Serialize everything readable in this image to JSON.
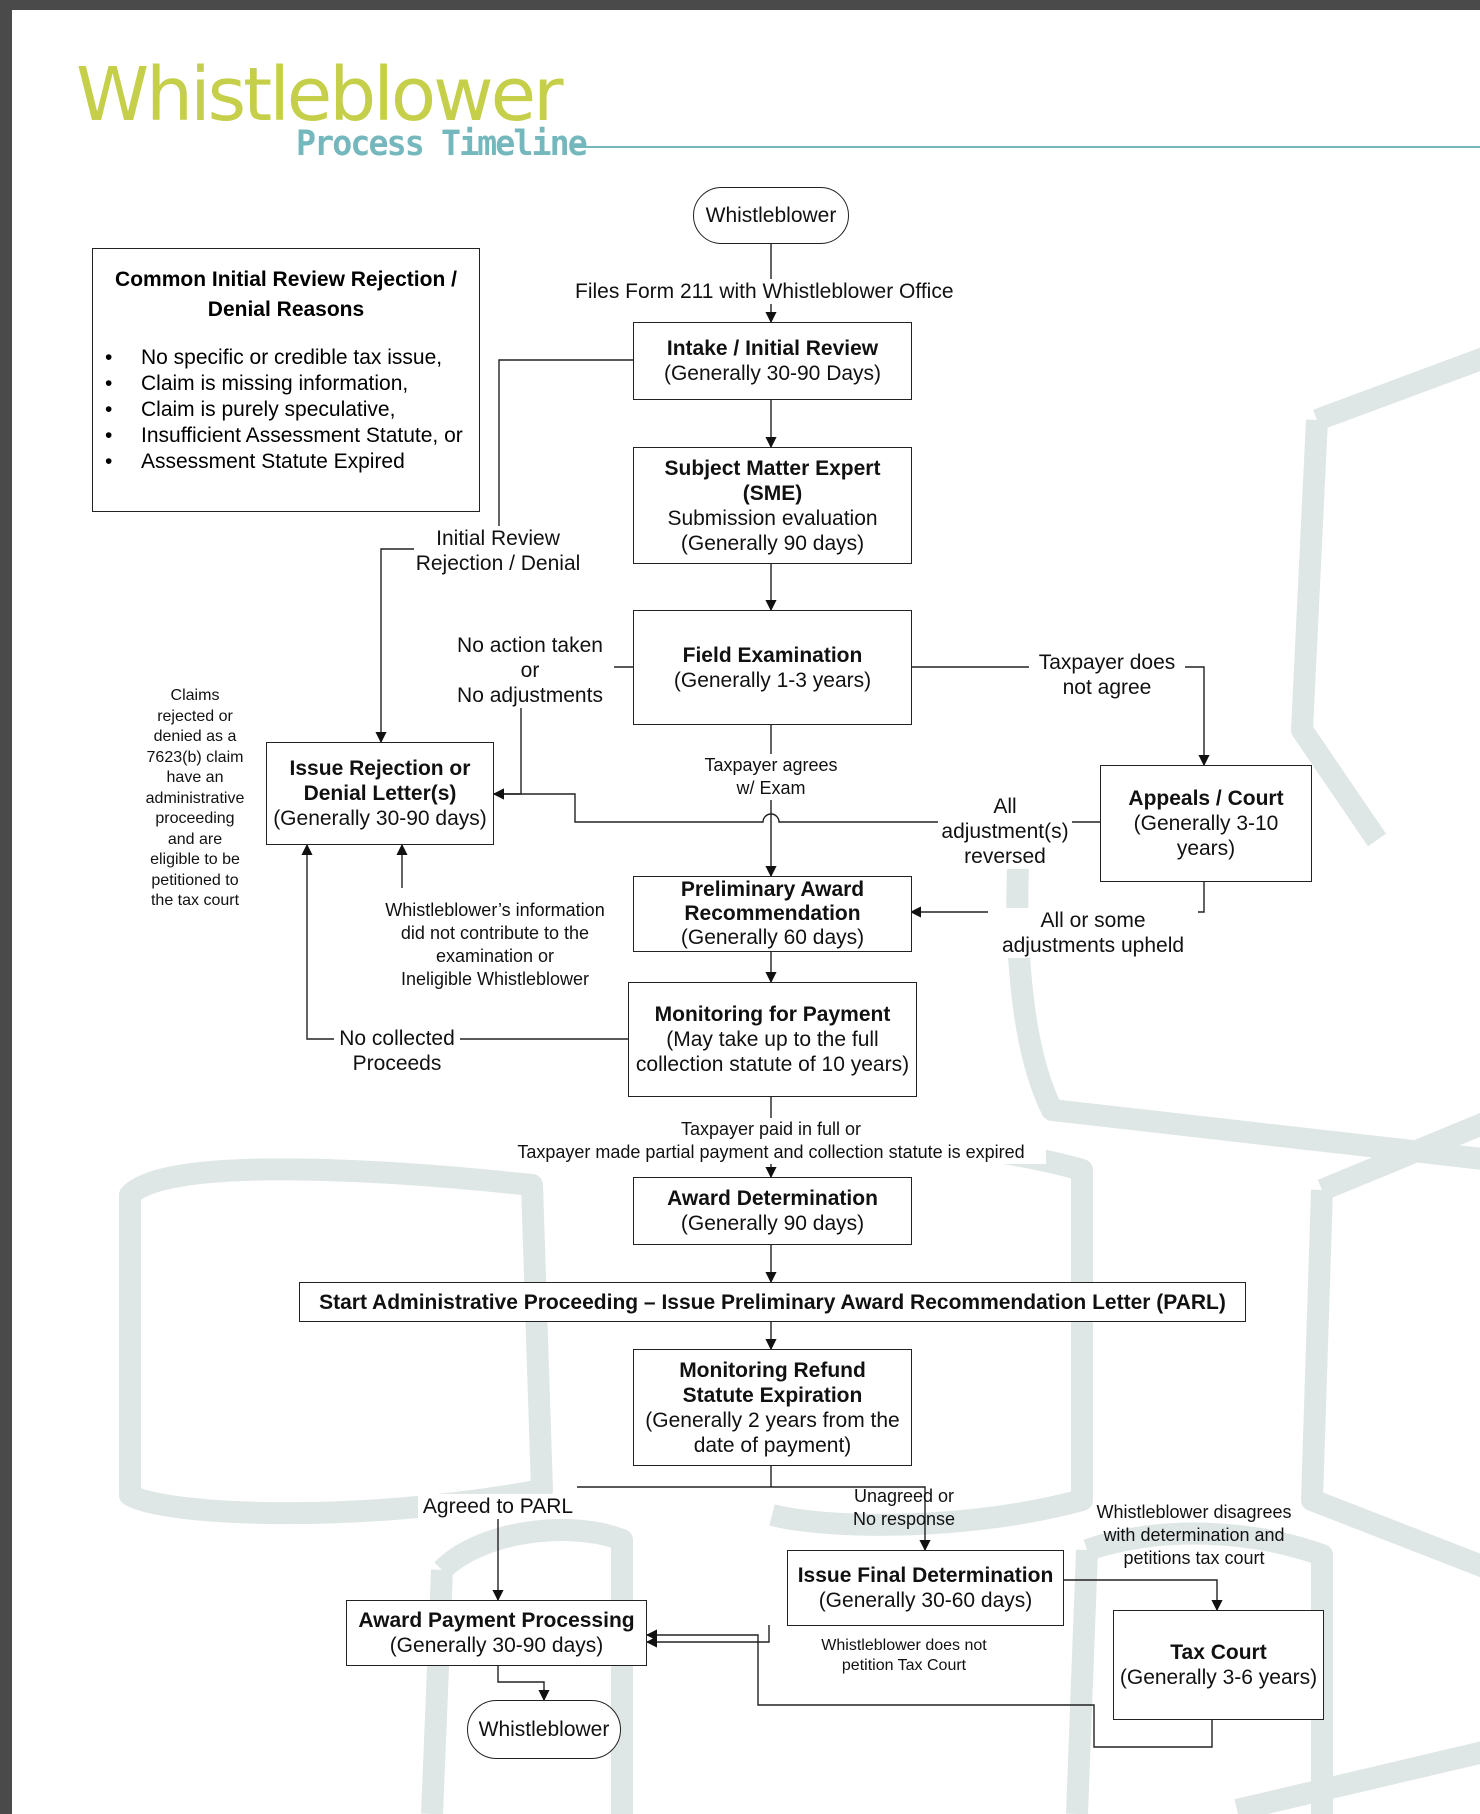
{
  "title": {
    "main": "Whistleblower",
    "sub": "Process Timeline"
  },
  "reasons_box": {
    "title": "Common Initial Review Rejection / Denial Reasons",
    "items": [
      "No specific or credible tax issue,",
      "Claim is missing information,",
      "Claim is purely speculative,",
      "Insufficient Assessment Statute, or",
      "Assessment Statute Expired"
    ]
  },
  "nodes": {
    "start": "Whistleblower",
    "intake": {
      "title": "Intake / Initial Review",
      "detail": "(Generally 30-90 Days)"
    },
    "sme": {
      "title1": "Subject Matter Expert",
      "title2": "(SME)",
      "detail1": "Submission evaluation",
      "detail2": "(Generally 90 days)"
    },
    "field": {
      "title": "Field Examination",
      "detail": "(Generally 1-3 years)"
    },
    "rejection": {
      "title1": "Issue Rejection or",
      "title2": "Denial Letter(s)",
      "detail": "(Generally 30-90 days)"
    },
    "appeals": {
      "title": "Appeals / Court",
      "detail1": "(Generally 3-10",
      "detail2": "years)"
    },
    "preliminary": {
      "title1": "Preliminary Award",
      "title2": "Recommendation",
      "detail": "(Generally 60 days)"
    },
    "monitoring_payment": {
      "title": "Monitoring for Payment",
      "detail1": "(May take up to the full",
      "detail2": "collection statute of 10 years)"
    },
    "award_determination": {
      "title": "Award Determination",
      "detail": "(Generally 90 days)"
    },
    "parl": "Start Administrative Proceeding – Issue Preliminary Award Recommendation Letter (PARL)",
    "monitoring_refund": {
      "title1": "Monitoring Refund",
      "title2": "Statute Expiration",
      "detail1": "(Generally 2 years from the",
      "detail2": "date of payment)"
    },
    "final_determination": {
      "title": "Issue Final Determination",
      "detail": "(Generally 30-60 days)"
    },
    "award_payment": {
      "title": "Award Payment Processing",
      "detail": "(Generally 30-90 days)"
    },
    "tax_court": {
      "title": "Tax Court",
      "detail": "(Generally 3-6 years)"
    },
    "end": "Whistleblower"
  },
  "labels": {
    "files_form": "Files Form 211 with Whistleblower Office",
    "initial_review_1": "Initial Review",
    "initial_review_2": "Rejection / Denial",
    "no_action_1": "No action taken",
    "no_action_2": "or",
    "no_action_3": "No adjustments",
    "taxpayer_disagree_1": "Taxpayer does",
    "taxpayer_disagree_2": "not agree",
    "taxpayer_agrees_1": "Taxpayer agrees",
    "taxpayer_agrees_2": "w/ Exam",
    "all_reversed_1": "All",
    "all_reversed_2": "adjustment(s)",
    "all_reversed_3": "reversed",
    "upheld_1": "All or some",
    "upheld_2": "adjustments upheld",
    "claims_note": [
      "Claims",
      "rejected or",
      "denied as a",
      "7623(b) claim",
      "have an",
      "administrative",
      "proceeding",
      "and are",
      "eligible to be",
      "petitioned to",
      "the tax court"
    ],
    "wb_info_1": "Whistleblower’s information",
    "wb_info_2": "did not contribute to the",
    "wb_info_3": "examination or",
    "wb_info_4": "Ineligible Whistleblower",
    "no_collected_1": "No collected",
    "no_collected_2": "Proceeds",
    "paid_1": "Taxpayer paid in full or",
    "paid_2": "Taxpayer made partial payment and collection statute is expired",
    "agreed_parl": "Agreed to PARL",
    "unagreed_1": "Unagreed or",
    "unagreed_2": "No response",
    "wb_disagrees_1": "Whistleblower disagrees",
    "wb_disagrees_2": "with determination and",
    "wb_disagrees_3": "petitions tax court",
    "wb_not_petition_1": "Whistleblower does not",
    "wb_not_petition_2": "petition Tax Court"
  },
  "colors": {
    "title_green": "#c5cf4a",
    "title_teal": "#74b7bc",
    "watermark": "#dfe6e6",
    "frame": "#4a4a4a"
  }
}
